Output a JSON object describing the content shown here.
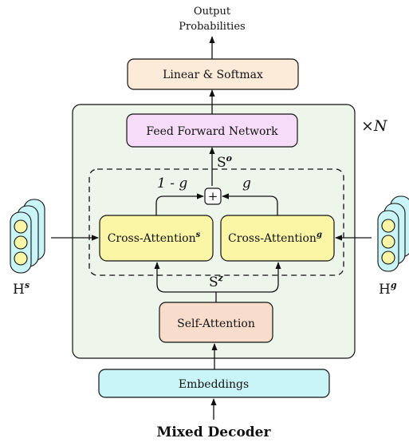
{
  "output": {
    "line1": "Output",
    "line2": "Probabilities"
  },
  "blocks": {
    "linear_softmax": "Linear & Softmax",
    "feed_forward": "Feed Forward Network",
    "cross_attention_s": "Cross-Attention",
    "cross_attention_s_sup": "s",
    "cross_attention_g": "Cross-Attention",
    "cross_attention_g_sup": "g",
    "self_attention": "Self-Attention",
    "embeddings": "Embeddings"
  },
  "labels": {
    "repeat": "×N",
    "s_o": "S",
    "s_o_sup": "o",
    "s_z": "S",
    "s_z_sup": "z",
    "one_minus_g": "1 - g",
    "g": "g",
    "plus": "+",
    "h_s": "H",
    "h_s_sup": "s",
    "h_g": "H",
    "h_g_sup": "g"
  },
  "title": "Mixed Decoder",
  "colors": {
    "linear_softmax_fill": "#fdebd9",
    "feed_forward_fill": "#f6dcf8",
    "cross_attention_fill": "#fbf6a6",
    "self_attention_fill": "#f8dccc",
    "embeddings_fill": "#c9f5f8",
    "decoder_bg": "#eef5ea",
    "encoder_node_fill": "#fbf6a6",
    "encoder_stack_fill": "#c9f5f8"
  }
}
